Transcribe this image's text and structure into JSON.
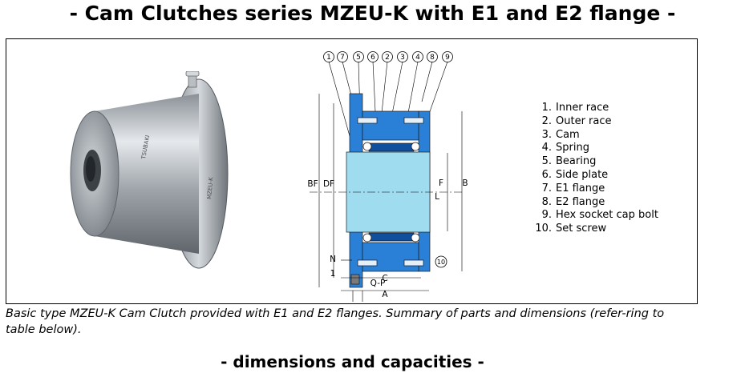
{
  "header": {
    "title": "- Cam Clutches series MZEU-K with E1 and E2 flange -"
  },
  "drawing": {
    "callouts": [
      "1",
      "7",
      "5",
      "6",
      "2",
      "3",
      "4",
      "8",
      "9"
    ],
    "screw_callout": "10",
    "dimension_labels": {
      "bf": "BF",
      "df": "DF",
      "f": "F",
      "b": "B",
      "l": "L",
      "qp": "Q-P",
      "n": "N",
      "one": "1",
      "c": "C",
      "a": "A"
    }
  },
  "parts": [
    {
      "num": "1.",
      "label": "Inner race"
    },
    {
      "num": "2.",
      "label": "Outer race"
    },
    {
      "num": "3.",
      "label": "Cam"
    },
    {
      "num": "4.",
      "label": "Spring"
    },
    {
      "num": "5.",
      "label": "Bearing"
    },
    {
      "num": "6.",
      "label": "Side plate"
    },
    {
      "num": "7.",
      "label": "E1 flange"
    },
    {
      "num": "8.",
      "label": "E2 flange"
    },
    {
      "num": "9.",
      "label": "Hex socket cap bolt"
    },
    {
      "num": "10.",
      "label": "Set screw"
    }
  ],
  "caption": "Basic type MZEU-K Cam Clutch provided with E1 and E2 flanges. Summary of parts and dimensions (refer-ring to table below).",
  "subheader": {
    "title": "- dimensions and capacities -"
  },
  "colors": {
    "steel": "#aab0b6",
    "blueprint": "#2a7fd6",
    "bore": "#9fdcf0",
    "frame": "#000000"
  }
}
